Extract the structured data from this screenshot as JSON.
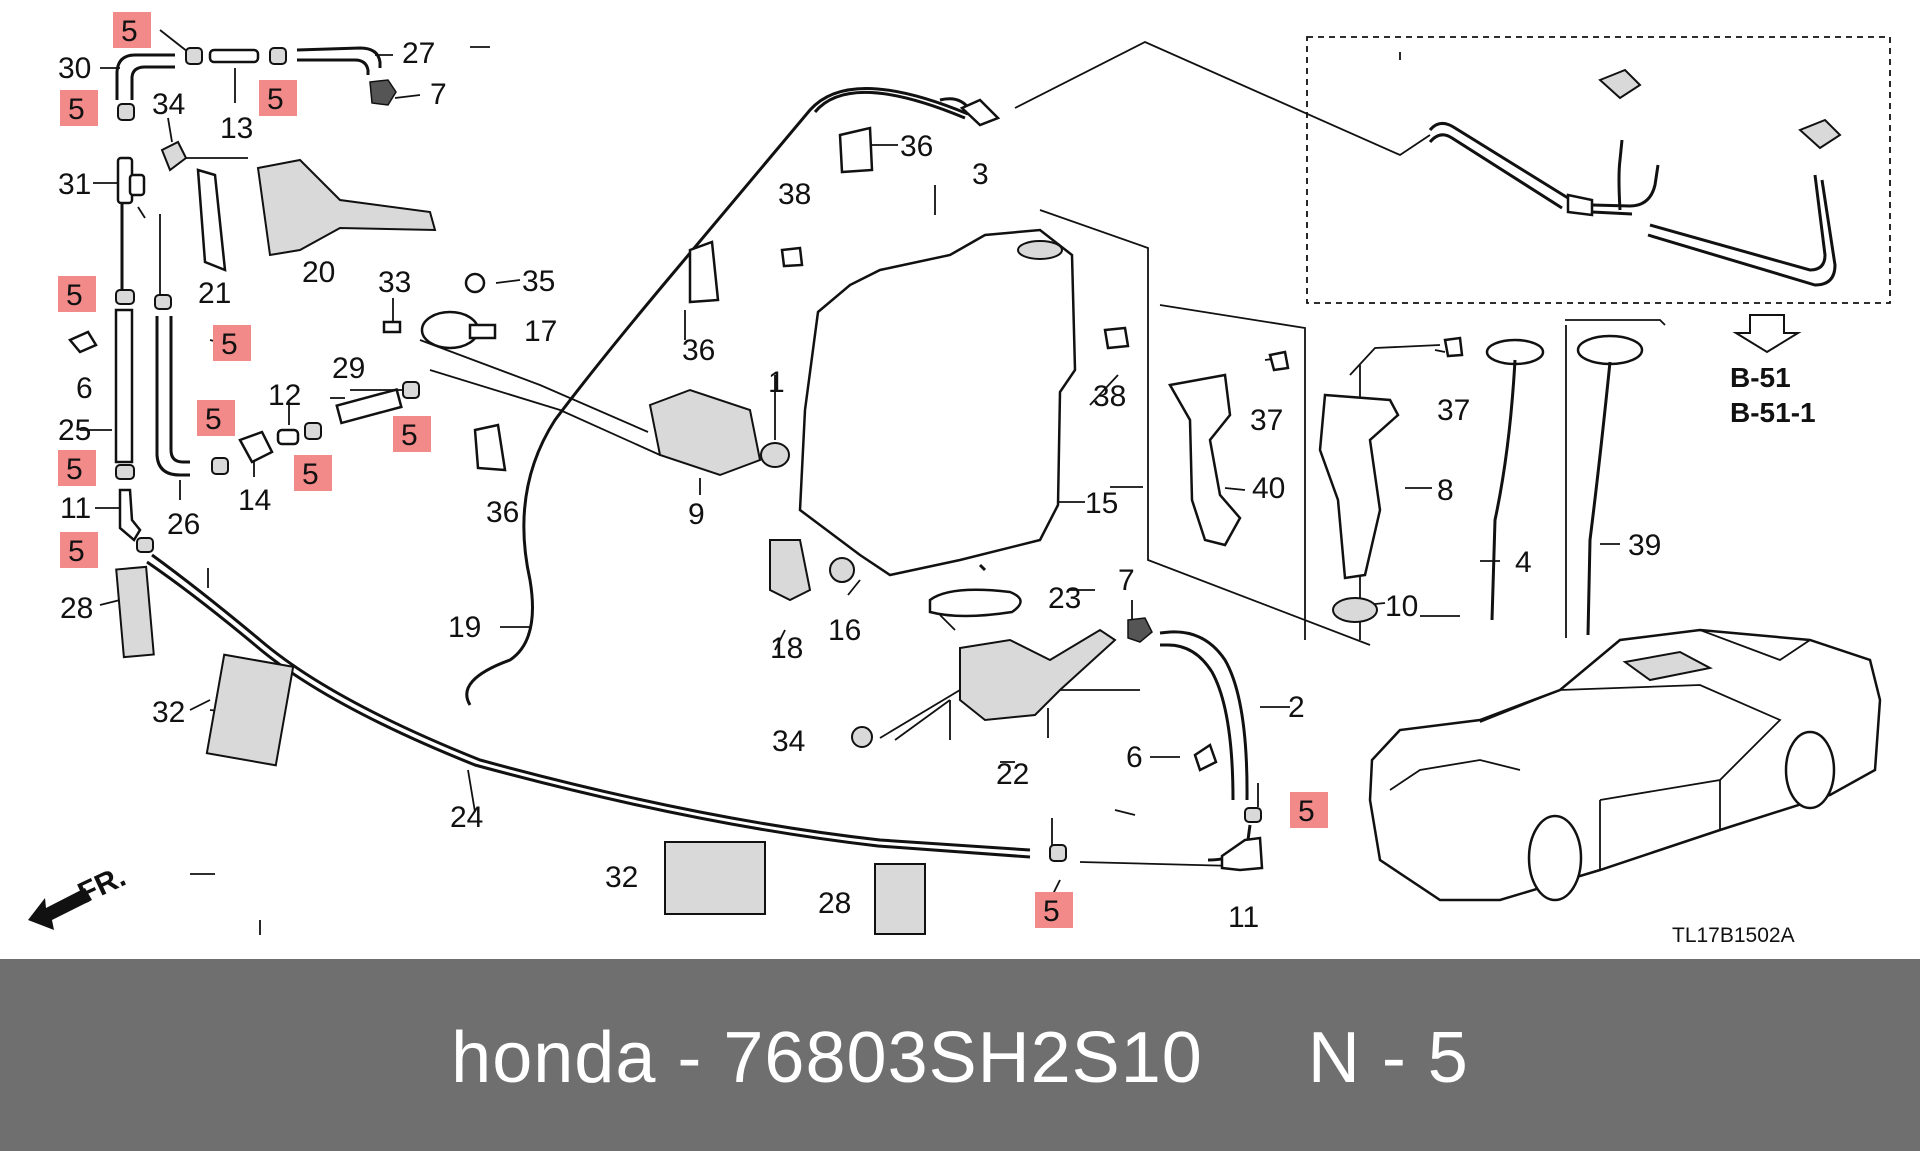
{
  "diagram": {
    "drawing_code": "TL17B1502A",
    "direction_label": "FR.",
    "cross_refs": [
      "B-51",
      "B-51-1"
    ],
    "callouts": {
      "c1": "1",
      "c2": "2",
      "c3": "3",
      "c4": "4",
      "c5": "5",
      "c6": "6",
      "c7": "7",
      "c8": "8",
      "c9": "9",
      "c10": "10",
      "c11": "11",
      "c12": "12",
      "c13": "13",
      "c14": "14",
      "c15": "15",
      "c16": "16",
      "c17": "17",
      "c18": "18",
      "c19": "19",
      "c20": "20",
      "c21": "21",
      "c22": "22",
      "c23": "23",
      "c24": "24",
      "c25": "25",
      "c26": "26",
      "c27": "27",
      "c28": "28",
      "c29": "29",
      "c30": "30",
      "c31": "31",
      "c32": "32",
      "c33": "33",
      "c34": "34",
      "c35": "35",
      "c36": "36",
      "c37": "37",
      "c38": "38",
      "c39": "39",
      "c40": "40"
    },
    "highlight_color": "#f28a8a"
  },
  "footer": {
    "brand": "honda",
    "separator": "-",
    "part_number": "76803SH2S10",
    "position_label": "N - 5",
    "background": "#6f6f6f"
  }
}
